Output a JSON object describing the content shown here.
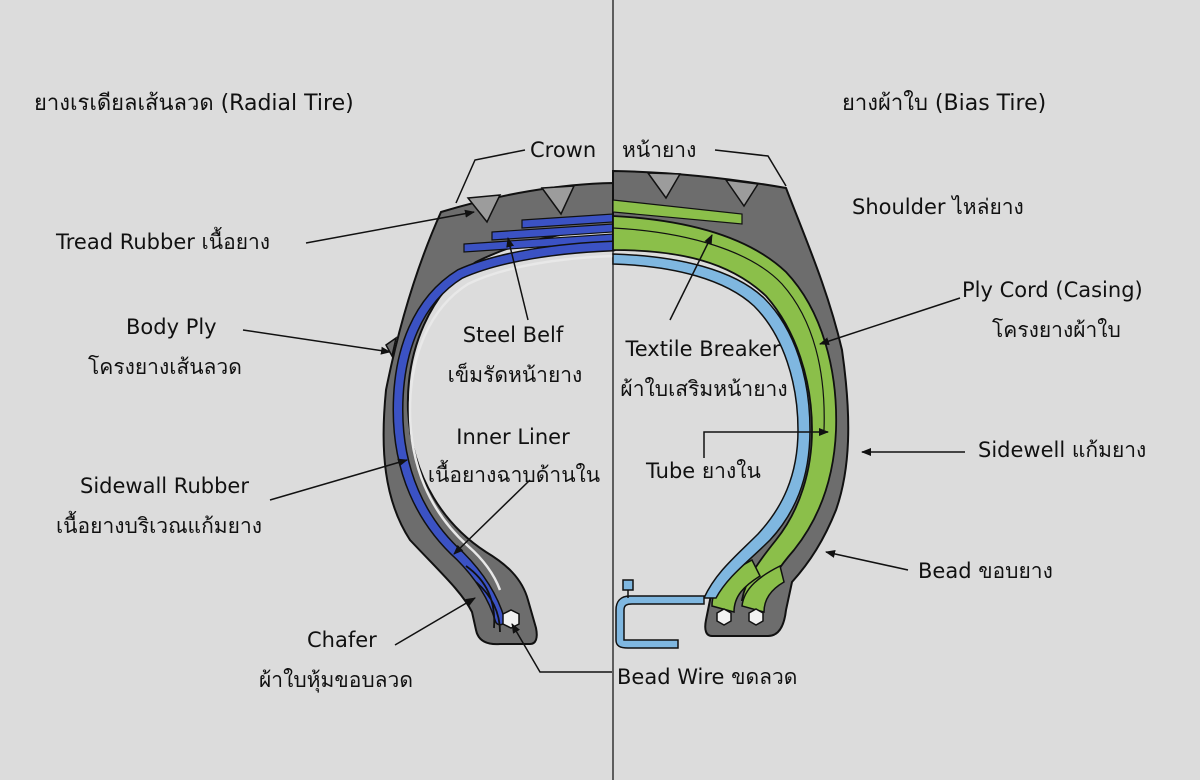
{
  "titles": {
    "left": "ยางเรเดียลเส้นลวด (Radial Tire)",
    "right": "ยางผ้าใบ (Bias Tire)"
  },
  "labels": {
    "crown": "Crown",
    "crown_th": "หน้ายาง",
    "shoulder": "Shoulder ไหล่ยาง",
    "tread_rubber": "Tread Rubber เนื้อยาง",
    "body_ply": "Body Ply",
    "body_ply_th": "โครงยางเส้นลวด",
    "steel_belt": "Steel Belf",
    "steel_belt_th": "เข็มรัดหน้ายาง",
    "inner_liner": "Inner Liner",
    "inner_liner_th": "เนื้อยางฉาบด้านใน",
    "sidewall_rubber": "Sidewall Rubber",
    "sidewall_rubber_th": "เนื้อยางบริเวณแก้มยาง",
    "chafer": "Chafer",
    "chafer_th": "ผ้าใบหุ้มขอบลวด",
    "textile_breaker": "Textile Breaker",
    "textile_breaker_th": "ผ้าใบเสริมหน้ายาง",
    "tube": "Tube ยางใน",
    "ply_cord": "Ply Cord (Casing)",
    "ply_cord_th": "โครงยางผ้าใบ",
    "sidewall": "Sidewell แก้มยาง",
    "bead": "Bead ขอบยาง",
    "bead_wire": "Bead Wire  ขดลวด"
  },
  "colors": {
    "background": "#dcdcdc",
    "rubber": "#6d6d6d",
    "rubber_outline": "#111111",
    "radial_ply": "#3b52c4",
    "bias_ply": "#8bbf4a",
    "tube": "#7fb7e0",
    "inner_liner": "#e8e8e8",
    "leader_line": "#111111"
  }
}
